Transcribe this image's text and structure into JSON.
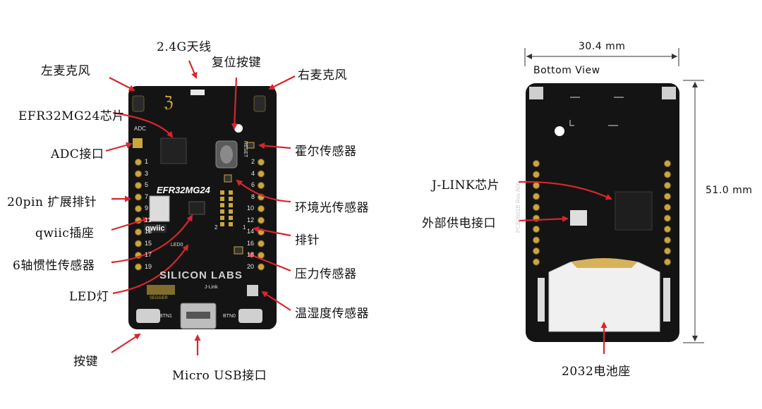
{
  "front_view": {
    "labels": {
      "antenna": "2.4G天线",
      "left_mic": "左麦克风",
      "reset_button": "复位按键",
      "right_mic": "右麦克风",
      "soc_chip": "EFR32MG24芯片",
      "adc_port": "ADC接口",
      "hall_sensor": "霍尔传感器",
      "pin_header_20": "20pin 扩展排针",
      "ambient_light_sensor": "环境光传感器",
      "qwiic": "qwiic插座",
      "header_pins": "排针",
      "imu": "6轴惯性传感器",
      "pressure_sensor": "压力传感器",
      "led": "LED灯",
      "humidity_sensor": "温湿度传感器",
      "buttons": "按键",
      "micro_usb": "Micro USB接口"
    },
    "silkscreen": {
      "adc": "ADC",
      "board_name": "EFR32MG24",
      "brand": "SILICON LABS",
      "qwiic_logo": "qwiic",
      "reset": "RESET",
      "led0": "LED0",
      "jlink": "J-Link",
      "segger": "SEGGER",
      "btn1": "BTN1",
      "btn0": "BTN0",
      "left_pins": [
        "1",
        "3",
        "5",
        "7",
        "9",
        "11",
        "13",
        "15",
        "17",
        "19"
      ],
      "right_pins": [
        "2",
        "4",
        "6",
        "8",
        "10",
        "12",
        "14",
        "16",
        "18",
        "20"
      ],
      "header_2": "2",
      "header_1": "1"
    }
  },
  "back_view": {
    "title": "Bottom View",
    "width": "30.4 mm",
    "height": "51.0 mm",
    "silkscreen": "PCB2601B Rev A00",
    "labels": {
      "jlink_chip": "J-LINK芯片",
      "ext_power": "外部供电接口",
      "battery": "2032电池座"
    }
  },
  "colors": {
    "pcb": "#141414",
    "arrow": "#d7262c",
    "pin_gold": "#c9a640",
    "white": "#ffffff"
  }
}
